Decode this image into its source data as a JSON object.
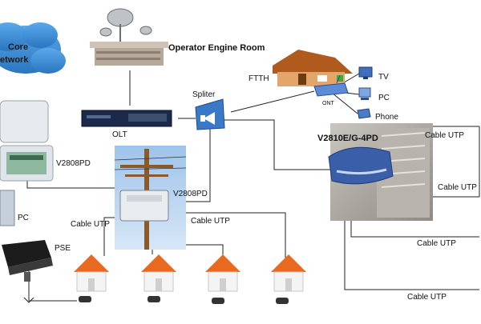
{
  "diagram": {
    "labels": {
      "core_network_line1": "Core",
      "core_network_line2": "etwork",
      "operator_engine_room": "Operator Engine Room",
      "ftth": "FTTH",
      "tv": "TV",
      "pc_top": "PC",
      "phone": "Phone",
      "ont": "ONT",
      "spliter": "Spliter",
      "olt": "OLT",
      "v2810e": "V2810E/G-4PD",
      "v2808pd_left": "V2808PD",
      "v2808pd_pole": "V2808PD",
      "pc_left": "PC",
      "pse": "PSE",
      "cable_utp_right_1": "Cable UTP",
      "cable_utp_right_2": "Cable UTP",
      "cable_utp_right_3": "Cable UTP",
      "cable_utp_right_4": "Cable UTP",
      "cable_utp_pole_left": "Cable UTP",
      "cable_utp_pole_right": "Cable UTP"
    },
    "colors": {
      "cloud": "#3b8fd6",
      "roof": "#e86a20",
      "house_wall": "#f4f4f4",
      "device_blue": "#3a5fa8",
      "olt_body": "#1b2a4a",
      "pole": "#8a5a2b"
    },
    "icons": [
      "satellite-dish-icon",
      "cloud-icon",
      "house-icon",
      "tv-icon",
      "pc-icon",
      "phone-icon",
      "router-icon",
      "splitter-icon",
      "switch-icon",
      "utility-pole-icon",
      "power-adapter-icon",
      "camera-icon"
    ]
  }
}
